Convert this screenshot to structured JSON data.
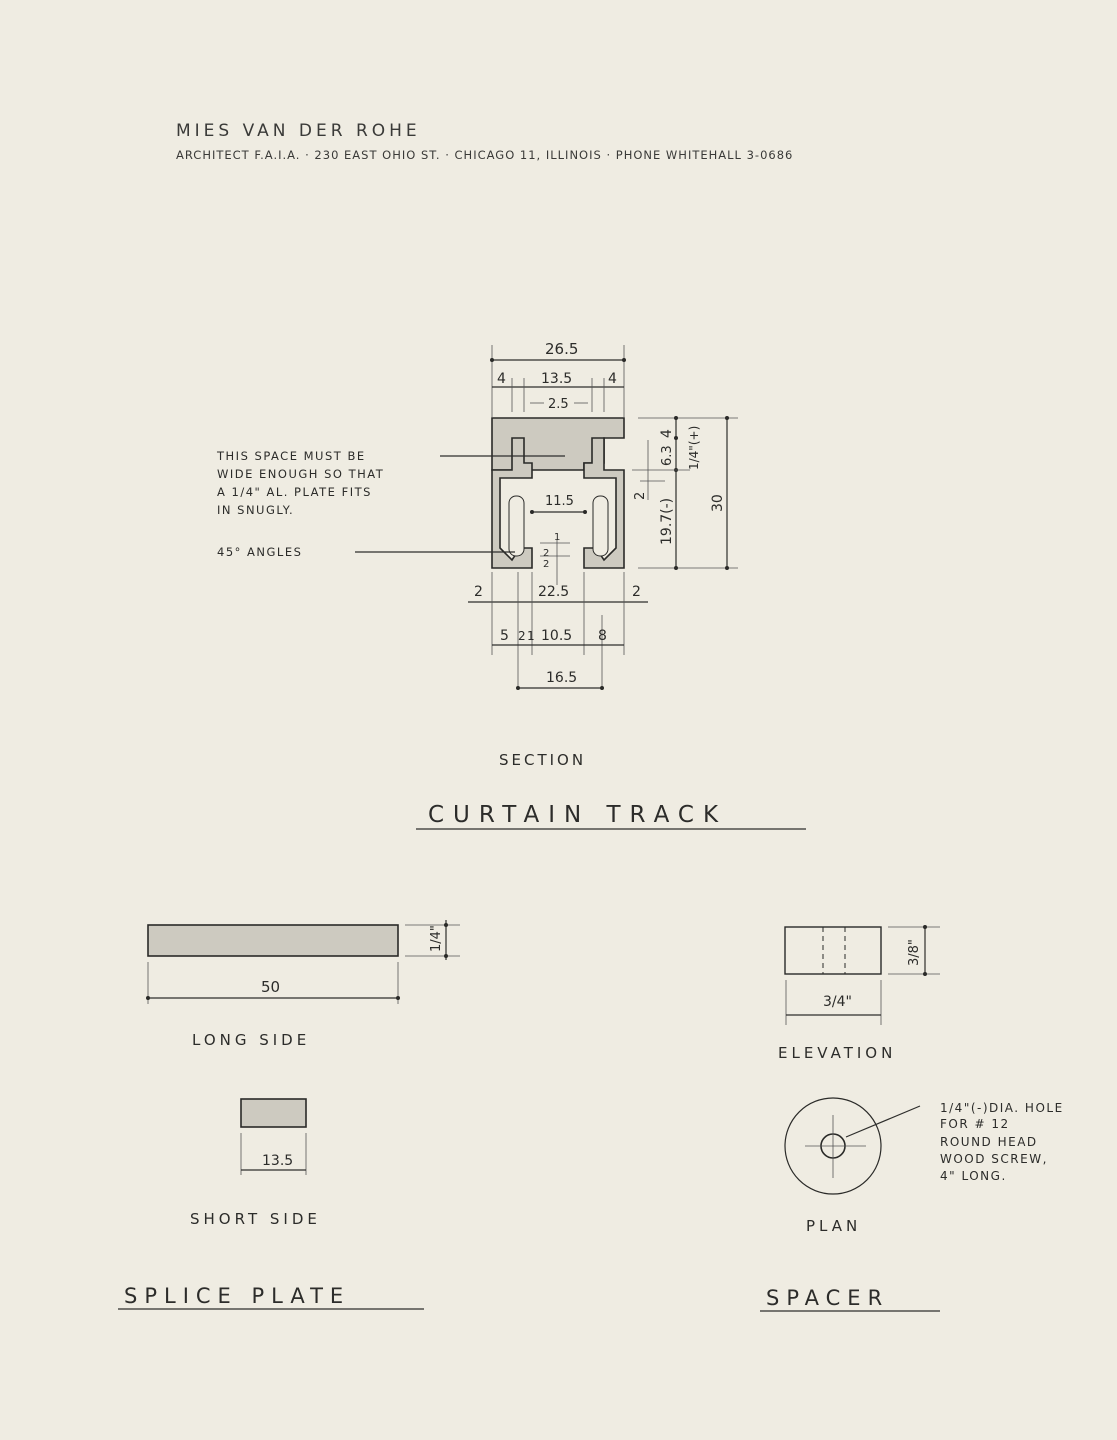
{
  "letterhead": {
    "name": "MIES VAN DER ROHE",
    "address": "ARCHITECT F.A.I.A. · 230 EAST OHIO ST. · CHICAGO 11, ILLINOIS · PHONE WHITEHALL 3-0686"
  },
  "curtain_track": {
    "title": "CURTAIN TRACK",
    "view_label": "SECTION",
    "note_space": [
      "THIS SPACE MUST BE",
      "WIDE ENOUGH SO THAT",
      "A 1/4\" AL. PLATE FITS",
      "IN SNUGLY."
    ],
    "note_angles": "45° ANGLES",
    "dims": {
      "overall_width": "26.5",
      "flange_left": "4",
      "flange_mid": "13.5",
      "flange_right": "4",
      "slot": "2.5",
      "inner": "11.5",
      "lip_1": "1",
      "lip_2": "2",
      "lip_3": "2",
      "bottom_left": "2",
      "bottom_mid": "22.5",
      "bottom_right": "2",
      "b1": "5",
      "b2": "2",
      "b3": "1",
      "b4": "10.5",
      "b5": "8",
      "opening": "16.5",
      "h_top": "4",
      "h_stem": "6.3",
      "h_quarter": "1/4\"(+)",
      "h_gap": "2",
      "h_body": "19.7(-)",
      "h_total": "30"
    }
  },
  "splice_plate": {
    "title": "SPLICE PLATE",
    "long_side_label": "LONG SIDE",
    "long_length": "50",
    "thickness": "1/4\"",
    "short_side_label": "SHORT SIDE",
    "short_length": "13.5"
  },
  "spacer": {
    "title": "SPACER",
    "elevation_label": "ELEVATION",
    "width": "3/4\"",
    "height": "3/8\"",
    "plan_label": "PLAN",
    "hole_note": [
      "1/4\"(-)DIA. HOLE",
      "FOR # 12",
      "ROUND HEAD",
      "WOOD SCREW,",
      "4\" LONG."
    ]
  }
}
